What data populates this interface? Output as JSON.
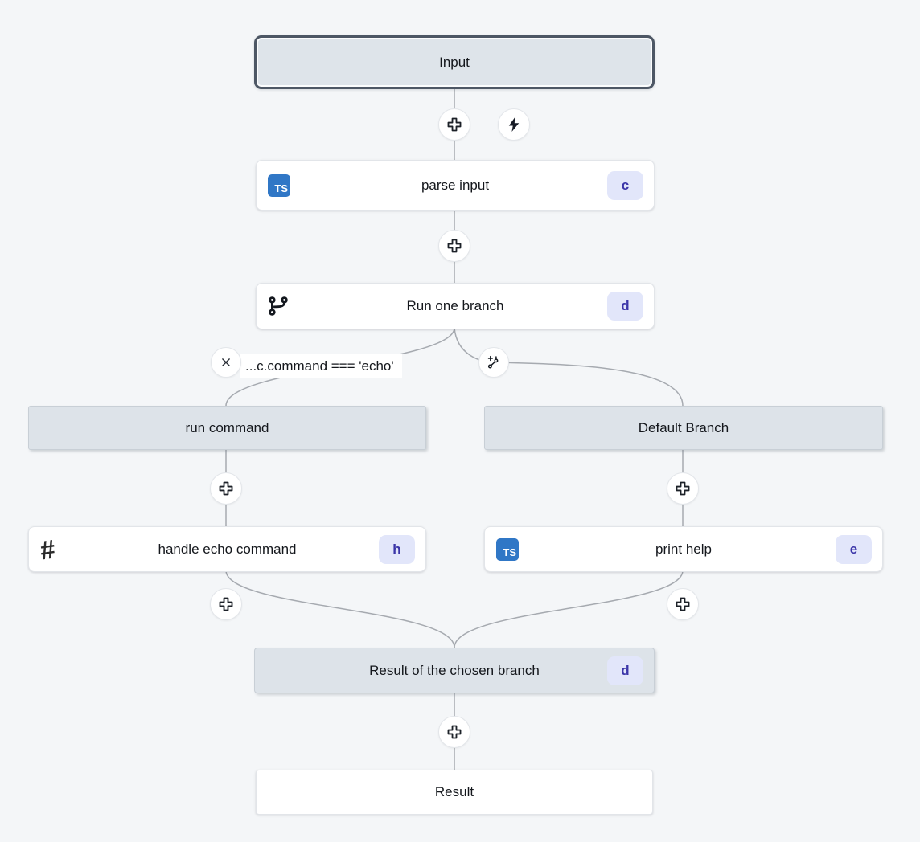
{
  "flow": {
    "input": {
      "label": "Input"
    },
    "parse_input": {
      "label": "parse input",
      "badge": "c"
    },
    "run_one_branch": {
      "label": "Run one branch",
      "badge": "d"
    },
    "branch_condition": {
      "text": "...c.command === 'echo'"
    },
    "run_command": {
      "label": "run command"
    },
    "default_branch": {
      "label": "Default Branch"
    },
    "handle_echo_command": {
      "label": "handle echo command",
      "badge": "h"
    },
    "print_help": {
      "label": "print help",
      "badge": "e"
    },
    "result_of_chosen_branch": {
      "label": "Result of the chosen branch",
      "badge": "d"
    },
    "result": {
      "label": "Result"
    }
  },
  "icons": {
    "typescript_label": "TS",
    "slack_hash": "#"
  },
  "colors": {
    "background": "#f4f6f8",
    "edge": "#a6aab0",
    "selected_fill": "#dee4ea",
    "selected_border": "#4d5765",
    "group_fill": "#dde3e9",
    "typescript_blue": "#3077c6",
    "badge_bg": "#e2e6fa",
    "badge_text": "#3b35a8"
  }
}
